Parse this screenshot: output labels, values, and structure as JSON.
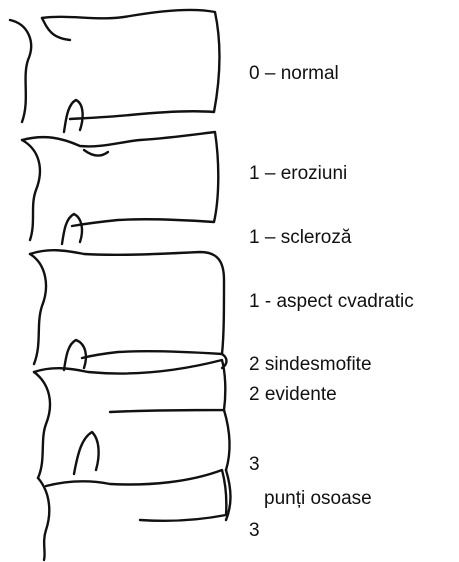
{
  "diagram": {
    "labels": [
      {
        "id": "normal",
        "text": "0 – normal"
      },
      {
        "id": "eroziuni",
        "text": "1 – eroziuni"
      },
      {
        "id": "scleroza",
        "text": "1 – scleroză"
      },
      {
        "id": "cvadratic",
        "text": "1 - aspect cvadratic"
      },
      {
        "id": "sindesmofite",
        "text": "2  sindesmofite"
      },
      {
        "id": "evidente",
        "text": "2  evidente"
      },
      {
        "id": "three-top",
        "text": "3"
      },
      {
        "id": "punti",
        "text": "punți osoase"
      },
      {
        "id": "three-bottom",
        "text": "3"
      }
    ],
    "colors": {
      "stroke": "#111111",
      "background": "#ffffff",
      "text": "#111111"
    }
  }
}
